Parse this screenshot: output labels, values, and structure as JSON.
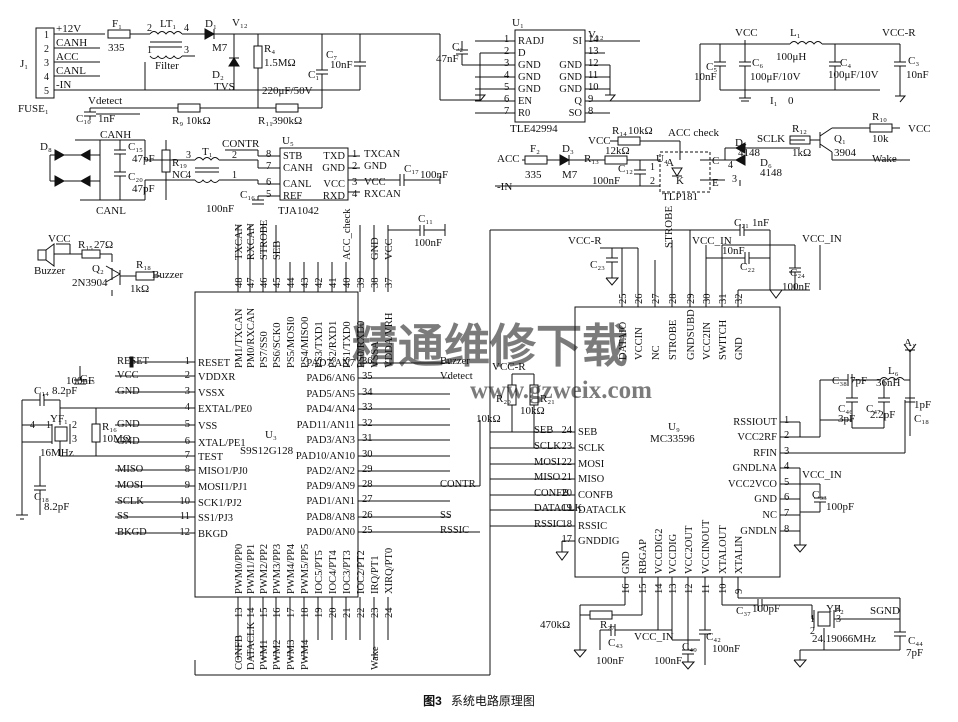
{
  "caption": {
    "number": "图3",
    "text": "系统电路原理图"
  },
  "watermark": {
    "line1": "精通维修下载",
    "line2": "www.gzweix.com"
  },
  "power_input": {
    "connector": "J₁",
    "fuse": "FUSE₁",
    "pins": [
      "1",
      "2",
      "3",
      "4",
      "5"
    ],
    "signals": [
      "+12V",
      "CANH",
      "ACC",
      "CANL",
      "-IN"
    ],
    "f1": "F₁",
    "f1_value": "335",
    "lt1": "LT₁",
    "lt1_type": "Filter",
    "d1": "D₁",
    "d1_type": "M7",
    "d2": "D₂",
    "d2_type": "TVS",
    "v12": "V₁₂",
    "r4": "R₄",
    "r4_value": "1.5MΩ",
    "c1": "C₁",
    "c1_value": "220μF/50V",
    "c7": "C₇",
    "c7_value": "10nF",
    "vdetect": "Vdetect",
    "r9": "R₉",
    "r9_value": "10kΩ",
    "r11": "R₁₁",
    "r11_value": "390kΩ",
    "c10": "C₁₀",
    "c10_value": "1nF",
    "lt1_pin1": "1",
    "lt1_pin2": "2",
    "lt1_pin3": "3",
    "lt1_pin4": "4"
  },
  "regulator": {
    "ref": "U₁",
    "part": "TLE42994",
    "left_pins": [
      "RADJ",
      "D",
      "GND",
      "GND",
      "GND",
      "EN",
      "R0"
    ],
    "left_nums": [
      "1",
      "2",
      "3",
      "4",
      "5",
      "6",
      "7"
    ],
    "right_pins": [
      "SI",
      "",
      "GND",
      "GND",
      "GND",
      "Q",
      "SO"
    ],
    "right_nums": [
      "14",
      "13",
      "12",
      "11",
      "10",
      "9",
      "8"
    ],
    "v12": "V₁₂",
    "c2": "C₂",
    "c2_value": "47nF"
  },
  "output_filter": {
    "vcc": "VCC",
    "vcc_r": "VCC-R",
    "c5": "C₅",
    "c5_value": "10nF",
    "c6": "C₆",
    "c6_value": "100μF/10V",
    "l1": "L₁",
    "l1_value": "100μH",
    "c4": "C₄",
    "c4_value": "100μF/10V",
    "c3": "C₃",
    "c3_value": "10nF",
    "i1": "I₁",
    "i1_value": "0"
  },
  "acc_detect": {
    "vcc": "VCC",
    "r14": "R₁₄",
    "r14_value": "10kΩ",
    "acc_check": "ACC check",
    "acc": "ACC",
    "f2": "F₂",
    "f2_value": "335",
    "d3": "D₃",
    "d3_type": "M7",
    "r13": "R₁₃",
    "r13_value": "12kΩ",
    "u4": "U₄",
    "c12": "C₁₂",
    "c12_value": "100nF",
    "minus_in": "-IN",
    "tlp": "TLP181",
    "a": "A",
    "k": "K",
    "c": "C",
    "e": "E",
    "pin1": "1",
    "pin2": "2",
    "pin3": "3",
    "pin4": "4",
    "d7": "D₇",
    "d7_value": "4148",
    "d6": "D₆",
    "d6_value": "4148",
    "sclk": "SCLK",
    "r12": "R₁₂",
    "r12_value": "1kΩ",
    "q1": "Q₁",
    "q1_type": "3904",
    "r10": "R₁₀",
    "r10_value": "10k",
    "vcc2": "VCC",
    "wake": "Wake"
  },
  "can": {
    "canh": "CANH",
    "canl": "CANL",
    "d8": "D₈",
    "c15": "C₁₅",
    "c15_value": "47pF",
    "c20": "C₂₀",
    "c20_value": "47pF",
    "r19": "R₁₉",
    "nc": "NC",
    "t1": "T₁",
    "contr": "CONTR",
    "u5": "U₅",
    "part": "TJA1042",
    "left_pins": [
      "STB",
      "CANH",
      "CANL",
      "REF"
    ],
    "left_nums": [
      "8",
      "7",
      "6",
      "5"
    ],
    "right_pins": [
      "TXD",
      "GND",
      "VCC",
      "RXD"
    ],
    "right_nums": [
      "1",
      "2",
      "3",
      "4"
    ],
    "right_nets": [
      "TXCAN",
      "GND",
      "VCC",
      "RXCAN"
    ],
    "c16": "C₁₆",
    "c16_value": "100nF",
    "c17": "C₁₇",
    "c17_value": "100nF",
    "t1_pin2": "2",
    "t1_pin1": "1",
    "t1_pin3": "3",
    "t1_pin4": "4"
  },
  "buzzer": {
    "vcc": "VCC",
    "r15": "R₁₅",
    "r15_value": "27Ω",
    "label": "Buzzer",
    "q2": "Q₂",
    "q2_type": "2N3904",
    "r18": "R₁₈",
    "r18_value": "1kΩ",
    "net": "Buzzer"
  },
  "mcu": {
    "ref": "U₃",
    "part": "S9S12G128",
    "left_nets": [
      "RESET",
      "VCC",
      "GND",
      "",
      "GND",
      "GND",
      "",
      "MISO",
      "MOSI",
      "SCLK",
      "SS",
      "BKGD"
    ],
    "left_nums": [
      "1",
      "2",
      "3",
      "4",
      "5",
      "6",
      "7",
      "8",
      "9",
      "10",
      "11",
      "12"
    ],
    "left_pins": [
      "RESET",
      "VDDXR",
      "VSSX",
      "EXTAL/PE0",
      "VSS",
      "XTAL/PE1",
      "TEST",
      "MISO1/PJ0",
      "MOSI1/PJ1",
      "SCK1/PJ2",
      "SS1/PJ3",
      "BKGD"
    ],
    "top_nums": [
      "48",
      "47",
      "46",
      "45",
      "44",
      "43",
      "42",
      "41",
      "40",
      "39",
      "38",
      "37"
    ],
    "top_pins": [
      "PM1/TXCAN",
      "PM0/RXCAN",
      "PS7/SS0",
      "PS6/SCK0",
      "PS5/MOSI0",
      "PS4/MISO0",
      "PS3/TXD1",
      "PS2/RXD1",
      "PS1/TXD0",
      "PS0/RXD0",
      "VSSA",
      "VDDA/VRH"
    ],
    "top_nets": [
      "TXCAN",
      "RXCAN",
      "STROBE",
      "SEB",
      "",
      "",
      "",
      "",
      "ACC_check",
      "",
      "GND",
      "VCC"
    ],
    "right_nums": [
      "36",
      "35",
      "34",
      "33",
      "32",
      "31",
      "30",
      "29",
      "28",
      "27",
      "26",
      "25"
    ],
    "right_pins": [
      "PAD7/AN7",
      "PAD6/AN6",
      "PAD5/AN5",
      "PAD4/AN4",
      "PAD11/AN11",
      "PAD3/AN3",
      "PAD10/AN10",
      "PAD2/AN2",
      "PAD9/AN9",
      "PAD1/AN1",
      "PAD8/AN8",
      "PAD0/AN0"
    ],
    "right_nets": [
      "Buzzer",
      "Vdetect",
      "",
      "",
      "",
      "",
      "",
      "",
      "CONTR",
      "",
      "SS",
      "RSSIC"
    ],
    "bottom_nums": [
      "13",
      "14",
      "15",
      "16",
      "17",
      "18",
      "19",
      "20",
      "21",
      "22",
      "23",
      "24"
    ],
    "bottom_pins": [
      "PWM0/PP0",
      "PWM1/PP1",
      "PWM2/PP2",
      "PWM3/PP3",
      "PWM4/PP4",
      "PWM5/PP5",
      "IOC5/PT5",
      "IOC4/PT4",
      "IOC3/PT3",
      "IOC2/PT2",
      "IRQ/PT1",
      "XIRQ/PT0"
    ],
    "bottom_nets": [
      "CONFB",
      "DATACLK",
      "PWM1",
      "PWM2",
      "PWM3",
      "PWM4",
      "",
      "",
      "",
      "",
      "Wake",
      ""
    ],
    "c13": "C₁₃",
    "c13_value": "100nF",
    "c14": "C₁₄",
    "c14_value": "8.2pF",
    "yf1": "YF₁",
    "yf1_value": "16MHz",
    "r16": "R₁₆",
    "r16_value": "10MΩ",
    "c18": "C₁₈",
    "c18_value": "8.2pF",
    "c11": "C₁₁",
    "c11_value": "100nF",
    "r20": "R₂₀",
    "r21": "R₂₁",
    "vcc_r": "VCC-R",
    "r20_value": "10kΩ",
    "r21_value": "10kΩ",
    "x1": "1",
    "x2": "2",
    "x3": "3",
    "x4": "4"
  },
  "receiver": {
    "ref": "U₉",
    "part": "MC33596",
    "left_pins": [
      "SEB",
      "SCLK",
      "MOSI",
      "MISO",
      "CONFB",
      "DATACLK",
      "RSSIC",
      "GNDDIG"
    ],
    "left_nums": [
      "24",
      "23",
      "22",
      "21",
      "20",
      "19",
      "18",
      "17"
    ],
    "left_nets": [
      "SEB",
      "SCLK",
      "MOSI",
      "MISO",
      "CONFB",
      "DATACLK",
      "RSSIC",
      ""
    ],
    "right_pins": [
      "RSSIOUT",
      "VCC2RF",
      "RFIN",
      "GNDLNA",
      "VCC2VCO",
      "GND",
      "NC",
      "GNDLN"
    ],
    "right_nums": [
      "1",
      "2",
      "3",
      "4",
      "5",
      "6",
      "7",
      "8"
    ],
    "top_pins": [
      "DATAIO",
      "VCCIN",
      "NC",
      "STROBE",
      "GNDSUBD",
      "VCC2IN",
      "SWITCH",
      "GND"
    ],
    "top_nums": [
      "25",
      "26",
      "27",
      "28",
      "29",
      "30",
      "31",
      "32"
    ],
    "bottom_pins": [
      "GND",
      "RBGAP",
      "VCCDIG2",
      "VCCDIG",
      "VCC2OUT",
      "VCCINOUT",
      "XTALOUT",
      "XTALIN"
    ],
    "bottom_nums": [
      "16",
      "15",
      "14",
      "13",
      "12",
      "11",
      "10",
      "9"
    ],
    "vcc_r": "VCC-R",
    "vcc_in": "VCC_IN",
    "strobe": "STROBE",
    "c21": "C₂₁",
    "c21_value": "1nF",
    "c23": "C₂₃",
    "c22": "C₂₂",
    "c22_value": "10nF",
    "c24": "C₂₄",
    "c24_value": "100nF",
    "c38": "C₃₈",
    "c38_value": "7pF",
    "c46": "C₄₆",
    "c46_value": "3pF",
    "c47": "C₄₇",
    "c47_value": "2.2pF",
    "l6": "L₆",
    "l6_value": "36nH",
    "c18": "C₁₈",
    "c18_value": "1pF",
    "ant": "A₁",
    "vcc_in2": "VCC_IN",
    "c33": "C₃₃",
    "c33_value": "100pF",
    "c37": "C₃₇",
    "c37_value": "100pF",
    "yf2": "YF₂",
    "yf2_value": "24.19066MHz",
    "sgnd": "SGND",
    "c44": "C₄₄",
    "c44_value": "7pF",
    "r27": "R₂₇",
    "r27_value": "470kΩ",
    "c43": "C₄₃",
    "c43_value": "100nF",
    "vcc_in3": "VCC_IN",
    "c49": "C₄₉",
    "c49_value": "100nF",
    "c42": "C₄₂",
    "c42_value": "100nF",
    "y1": "1",
    "y2": "2",
    "y3": "3",
    "y4": "4"
  }
}
